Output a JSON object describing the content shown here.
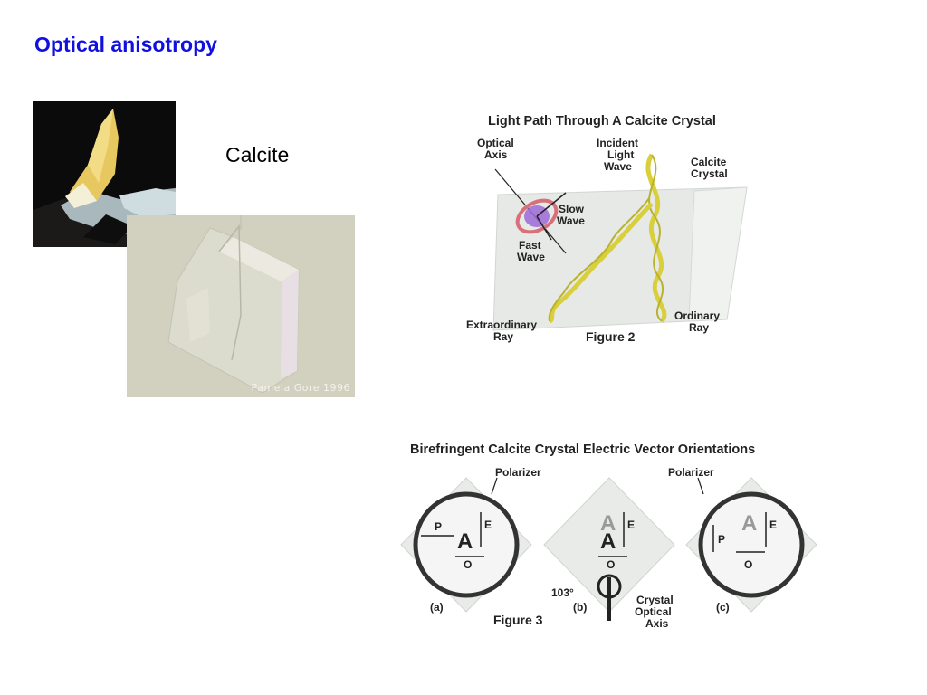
{
  "slide": {
    "title": "Optical anisotropy",
    "mineral_label": "Calcite"
  },
  "photos": {
    "credit": "Pamela Gore 1996"
  },
  "figure2": {
    "title": "Light Path Through A Calcite Crystal",
    "optical_axis": [
      "Optical",
      "Axis"
    ],
    "incident": [
      "Incident",
      "Light",
      "Wave"
    ],
    "crystal": [
      "Calcite",
      "Crystal"
    ],
    "slow_wave": [
      "Slow",
      "Wave"
    ],
    "fast_wave": [
      "Fast",
      "Wave"
    ],
    "extraordinary_ray": [
      "Extraordinary",
      "Ray"
    ],
    "ordinary_ray": [
      "Ordinary",
      "Ray"
    ],
    "caption": "Figure 2"
  },
  "figure3": {
    "title": "Birefringent Calcite Crystal Electric Vector Orientations",
    "polarizer_left": "Polarizer",
    "polarizer_right": "Polarizer",
    "label_p": "P",
    "label_e": "E",
    "label_o": "O",
    "letter_a": "A",
    "angle": "103°",
    "crystal_axis": [
      "Crystal",
      "Optical",
      "Axis"
    ],
    "panel_a": "(a)",
    "panel_b": "(b)",
    "panel_c": "(c)",
    "caption": "Figure 3"
  },
  "colors": {
    "title_blue": "#1010e0",
    "wave_yellow": "#d8cf3a",
    "ellipse_purple": "#9b6ad6",
    "ellipse_ring": "#d8707a"
  }
}
